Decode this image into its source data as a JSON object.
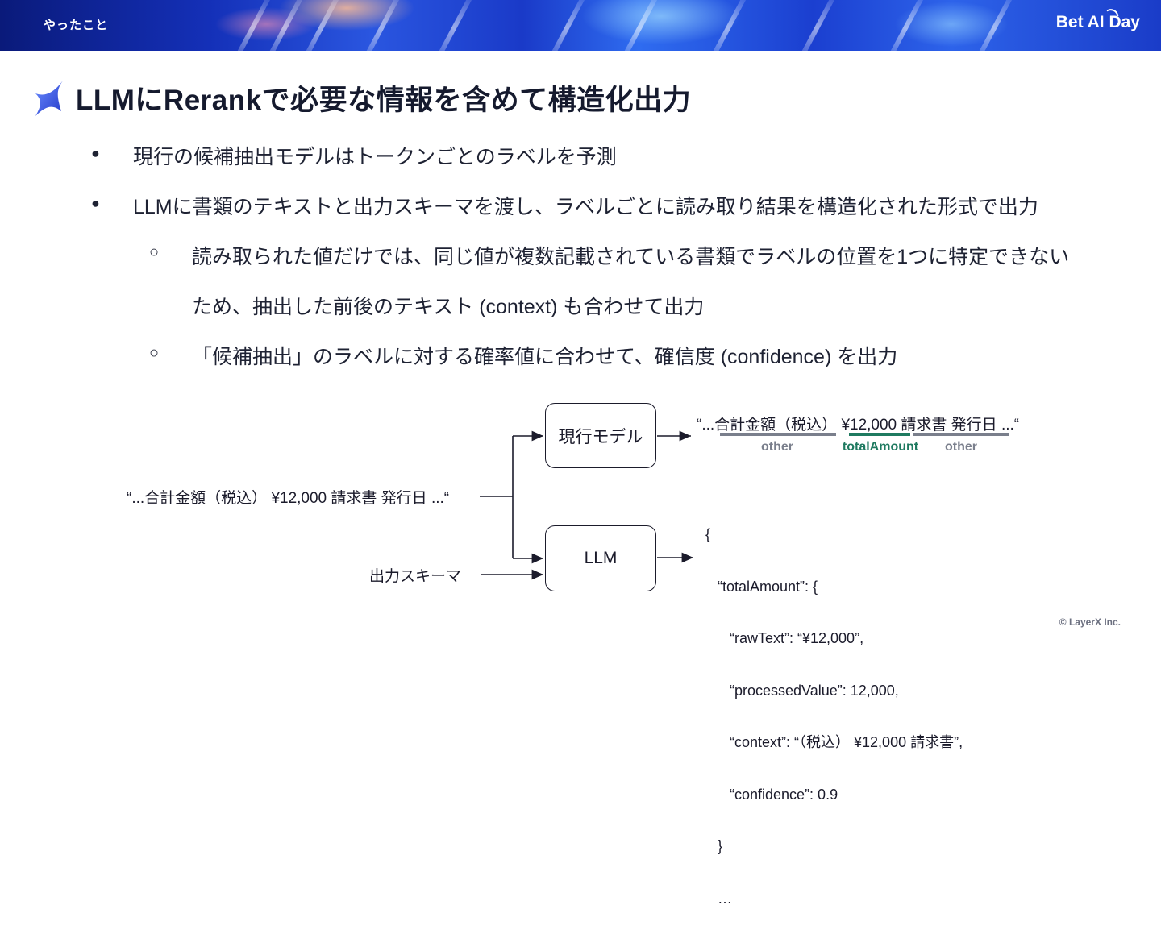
{
  "header": {
    "section_label": "やったこと",
    "brand": "Bet AI Day"
  },
  "title": "LLMにRerankで必要な情報を含めて構造化出力",
  "bullets": [
    {
      "text": "現行の候補抽出モデルはトークンごとのラベルを予測"
    },
    {
      "text": "LLMに書類のテキストと出力スキーマを渡し、ラベルごとに読み取り結果を構造化された形式で出力"
    }
  ],
  "sub_bullets": [
    {
      "line1": "読み取られた値だけでは、同じ値が複数記載されている書類でラベルの位置を1つに特定できない",
      "line2": "ため、抽出した前後のテキスト (context) も合わせて出力"
    },
    {
      "line1": "「候補抽出」のラベルに対する確率値に合わせて、確信度 (confidence) を出力"
    }
  ],
  "diagram": {
    "input_text": "“...合計金額（税込） ¥12,000 請求書 発行日 ...“",
    "schema_label": "出力スキーマ",
    "current_model_label": "現行モデル",
    "llm_label": "LLM",
    "current_output": "“...合計金額（税込） ¥12,000 請求書 発行日 ...“",
    "token_labels": [
      "other",
      "totalAmount",
      "other"
    ],
    "json_output": [
      "{",
      "   “totalAmount”: {",
      "      “rawText”: “¥12,000”,",
      "      “processedValue”: 12,000,",
      "      “context”: “（税込） ¥12,000 請求書”,",
      "      “confidence”: 0.9",
      "   }",
      "   …"
    ]
  },
  "footer": {
    "copyright": "© LayerX Inc."
  },
  "colors": {
    "accent_green": "#1f7a60",
    "label_gray": "#7a7f8c",
    "banner_blue": "#1a3cc8",
    "icon_blue": "#2f55e8"
  }
}
